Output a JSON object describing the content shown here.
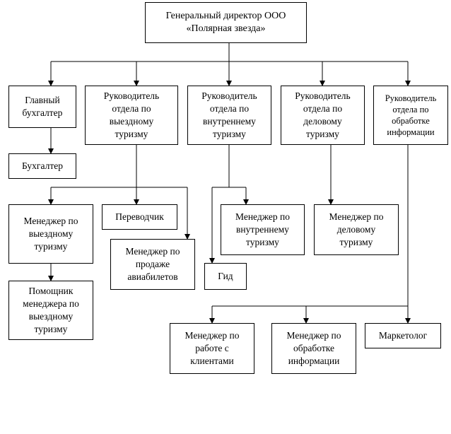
{
  "nodes": {
    "ceo": "Генеральный директор ООО\n«Полярная звезда»",
    "chief_accountant": "Главный\nбухгалтер",
    "head_outbound": "Руководитель\nотдела по\nвыездному\nтуризму",
    "head_domestic": "Руководитель\nотдела по\nвнутреннему\nтуризму",
    "head_business": "Руководитель\nотдела по\nделовому\nтуризму",
    "head_info": "Руководитель\nотдела по\nобработке\nинформации",
    "accountant": "Бухгалтер",
    "manager_outbound": "Менеджер по\nвыездному\nтуризму",
    "translator": "Переводчик",
    "manager_air_tickets": "Менеджер по\nпродаже\nавиабилетов",
    "manager_domestic": "Менеджер по\nвнутреннему\nтуризму",
    "manager_business": "Менеджер по\nделовому\nтуризму",
    "guide": "Гид",
    "assistant_manager": "Помощник\nменеджера по\nвыездному\nтуризму",
    "manager_clients": "Менеджер по\nработе с\nклиентами",
    "manager_info": "Менеджер по\nобработке\nинформации",
    "marketer": "Маркетолог"
  }
}
